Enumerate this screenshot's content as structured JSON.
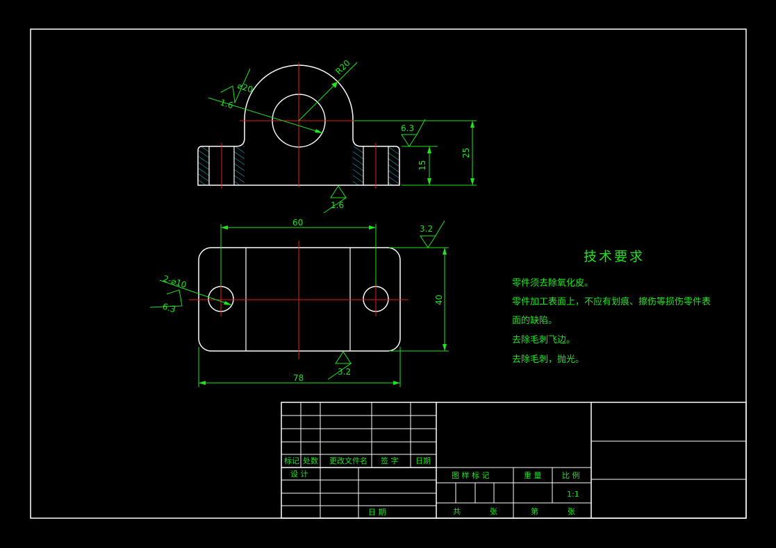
{
  "colors": {
    "background": "#000000",
    "outline": "#ffffff",
    "centerline": "#e61e1e",
    "dimension": "#1ee61e",
    "hatch": "#1ec8e6"
  },
  "top_view": {
    "hole_dia": "⌀20",
    "radius": "R20",
    "roughness_hole": "1.6",
    "roughness_top": "6.3",
    "roughness_bottom": "1.6",
    "dim_foot_height": "15",
    "dim_total_height": "25"
  },
  "plan_view": {
    "dim_hole_spacing": "60",
    "dim_width": "40",
    "dim_length": "78",
    "holes_label": "2-⌀10",
    "roughness_holes": "6.3",
    "roughness_top_right": "3.2",
    "roughness_bottom": "3.2"
  },
  "tech_requirements": {
    "title": "技术要求",
    "lines": [
      "零件须去除氧化皮。",
      "零件加工表面上，不应有划痕、擦伤等损伤零件表",
      "面的缺陷。",
      "去除毛刺飞边。",
      "去除毛刺，抛光。"
    ]
  },
  "title_block": {
    "mark": "标记",
    "count": "处数",
    "change_doc": "更改文件名",
    "signature": "签  字",
    "date": "日期",
    "design": "设  计",
    "date2": "日  期",
    "drawing_mark": "图  样  标  记",
    "weight": "重  量",
    "scale": "比  例",
    "scale_value": "1:1",
    "total": "共",
    "sheets": "张",
    "sheet_no": "第",
    "sheets2": "张"
  }
}
